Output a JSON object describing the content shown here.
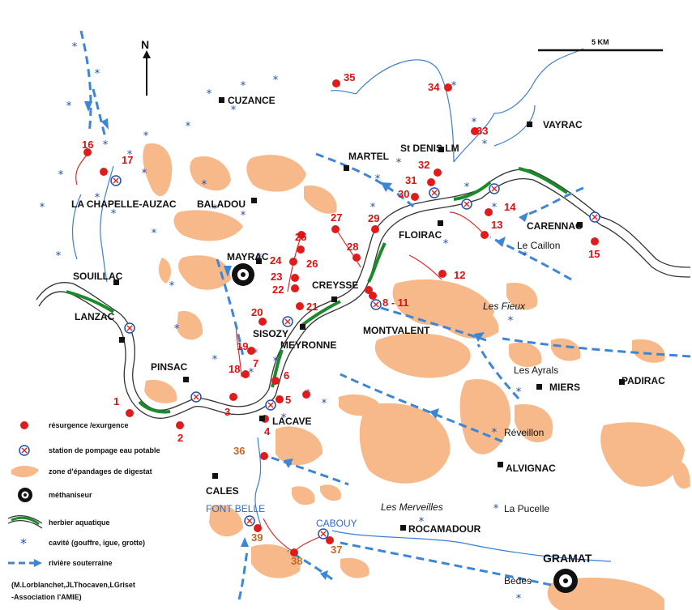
{
  "scale_label": "5 KM",
  "north_label": "N",
  "colors": {
    "spreading": "#f7b98a",
    "river": "#4a4a4a",
    "herbier": "#1a8a2a",
    "cavite": "#1f4fb0",
    "resurgence": "#e01b1b",
    "stream_blue": "#3a7fd0"
  },
  "places": {
    "cuzance": "CUZANCE",
    "vayrac": "VAYRAC",
    "martel": "MARTEL",
    "stdenis": "St DENIS LM",
    "chapelle": "LA CHAPELLE-AUZAC",
    "baladou": "BALADOU",
    "carennac": "CARENNAC",
    "floirac": "FLOIRAC",
    "caillon": "Le Caillon",
    "mayrac": "MAYRAC",
    "souillac": "SOUILLAC",
    "creysse": "CREYSSE",
    "lesfieux": "Les Fieux",
    "lanzac": "LANZAC",
    "sisozy": "SISOZY",
    "montvalent": "MONTVALENT",
    "meyronne": "MEYRONNE",
    "pinsac": "PINSAC",
    "lesayrals": "Les Ayrals",
    "padirac": "PADIRAC",
    "miers": "MIERS",
    "lacave": "LACAVE",
    "reveillon": "Réveillon",
    "alvignac": "ALVIGNAC",
    "cales": "CALES",
    "fontbelle": "FONT BELLE",
    "merveilles": "Les Merveilles",
    "lapucelle": "La Pucelle",
    "cabouy": "CABOUY",
    "rocamadour": "ROCAMADOUR",
    "gramat": "GRAMAT",
    "bedes": "Bèdes"
  },
  "points": {
    "n1": "1",
    "n2": "2",
    "n3": "3",
    "n4": "4",
    "n5": "5",
    "n6": "6",
    "n7": "7",
    "n8": "8 - 11",
    "n12": "12",
    "n13": "13",
    "n14": "14",
    "n15": "15",
    "n16": "16",
    "n17": "17",
    "n18": "18",
    "n19": "19",
    "n20": "20",
    "n21": "21",
    "n22": "22",
    "n23": "23",
    "n24": "24",
    "n25": "25",
    "n26": "26",
    "n27": "27",
    "n28": "28",
    "n29": "29",
    "n30": "30",
    "n31": "31",
    "n32": "32",
    "n33": "33",
    "n34": "34",
    "n35": "35",
    "n36": "36",
    "n37": "37",
    "n38": "38",
    "n39": "39"
  },
  "legend": {
    "resurgence": "résurgence /exurgence",
    "station": "station de pompage eau potable",
    "zone": "zone d'épandages de digestat",
    "methaniseur": "méthaniseur",
    "herbier": "herbier aquatique",
    "cavite": "cavité (gouffre, igue, grotte)",
    "riviere": "rivière souterraine"
  },
  "credits": {
    "line1": "(M.Lorblanchet,JLThocaven,LGriset",
    "line2": "-Association l'AMIE)"
  }
}
